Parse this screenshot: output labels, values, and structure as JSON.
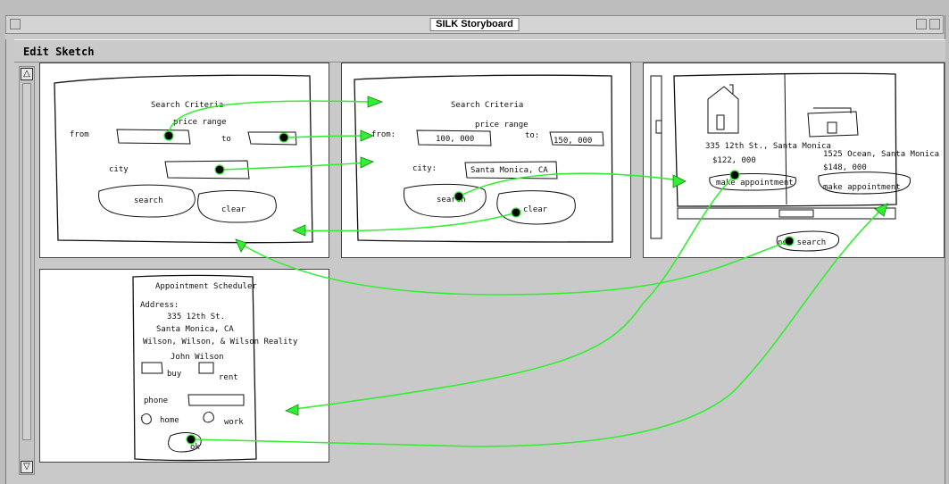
{
  "window": {
    "title": "SILK Storyboard"
  },
  "menubar": {
    "label": "Edit Sketch"
  },
  "scrollbar": {
    "up_arrow": "△",
    "down_arrow": "▽"
  },
  "colors": {
    "arrow": "#33ee33",
    "ink": "#111111"
  },
  "panel1": {
    "title": "Search Criteria",
    "price_range": "price range",
    "from": "from",
    "to": "to",
    "city": "city",
    "search": "search",
    "clear": "clear"
  },
  "panel2": {
    "title": "Search Criteria",
    "price_range": "price range",
    "from": "from:",
    "from_value": "100, 000",
    "to": "to:",
    "to_value": "150, 000",
    "city": "city:",
    "city_value": "Santa Monica, CA",
    "search": "search",
    "clear": "clear"
  },
  "panel3": {
    "address1": "335 12th St., Santa Monica",
    "price1": "$122, 000",
    "appt1": "make appointment",
    "address2": "1525 Ocean, Santa Monica",
    "price2": "$148, 000",
    "appt2": "make appointment",
    "new_search": "new search"
  },
  "panel4": {
    "title": "Appointment Scheduler",
    "address_label": "Address:",
    "street": "335 12th St.",
    "city": "Santa Monica, CA",
    "agency": "Wilson, Wilson, & Wilson Reality",
    "agent": "John Wilson",
    "buy": "buy",
    "rent": "rent",
    "phone": "phone",
    "home": "home",
    "work": "work",
    "ok": "ok"
  }
}
